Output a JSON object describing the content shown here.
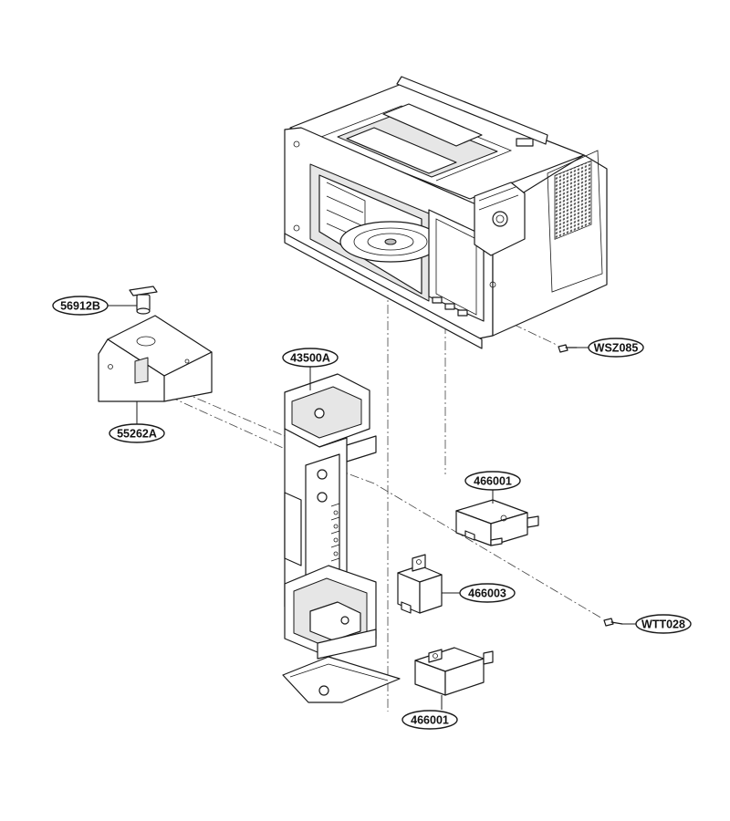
{
  "callouts": [
    {
      "id": "c1",
      "label": "56912B"
    },
    {
      "id": "c2",
      "label": "55262A"
    },
    {
      "id": "c3",
      "label": "43500A"
    },
    {
      "id": "c4",
      "label": "WSZ085"
    },
    {
      "id": "c5",
      "label": "466001"
    },
    {
      "id": "c6",
      "label": "466003"
    },
    {
      "id": "c7",
      "label": "WTT028"
    },
    {
      "id": "c8",
      "label": "466001"
    }
  ]
}
